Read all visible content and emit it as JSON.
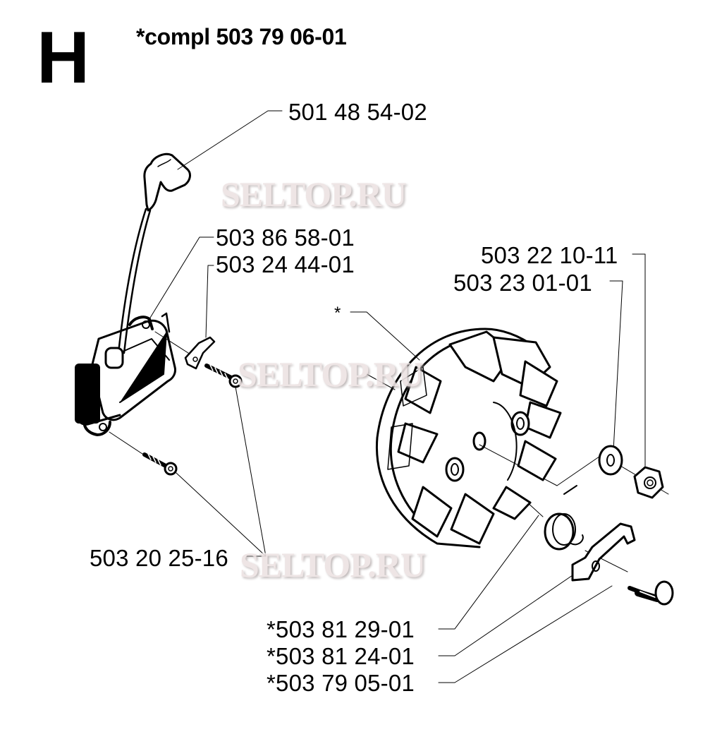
{
  "header": {
    "section_letter": "H",
    "kit_title": "*compl 503 79 06-01"
  },
  "watermarks": [
    {
      "text": "SELTOP.RU"
    },
    {
      "text": "SELTOP.RU"
    },
    {
      "text": "SELTOP.RU"
    }
  ],
  "callouts": [
    {
      "id": "spark-plug-cap",
      "label": "501 48 54-02"
    },
    {
      "id": "ignition-module",
      "label": "503 86 58-01"
    },
    {
      "id": "ground-terminal",
      "label": "503 24 44-01"
    },
    {
      "id": "module-screws",
      "label": "503 20 25-16"
    },
    {
      "id": "nut",
      "label": "503 22 10-11"
    },
    {
      "id": "washer",
      "label": "503 23 01-01"
    },
    {
      "id": "flywheel",
      "label": "*"
    },
    {
      "id": "spring",
      "label": "*503 81 29-01"
    },
    {
      "id": "pawl",
      "label": "*503 81 24-01"
    },
    {
      "id": "pawl-bolt",
      "label": "*503 79 05-01"
    }
  ],
  "colors": {
    "ink": "#000000",
    "background": "#ffffff",
    "watermark": "#ede3e3"
  }
}
